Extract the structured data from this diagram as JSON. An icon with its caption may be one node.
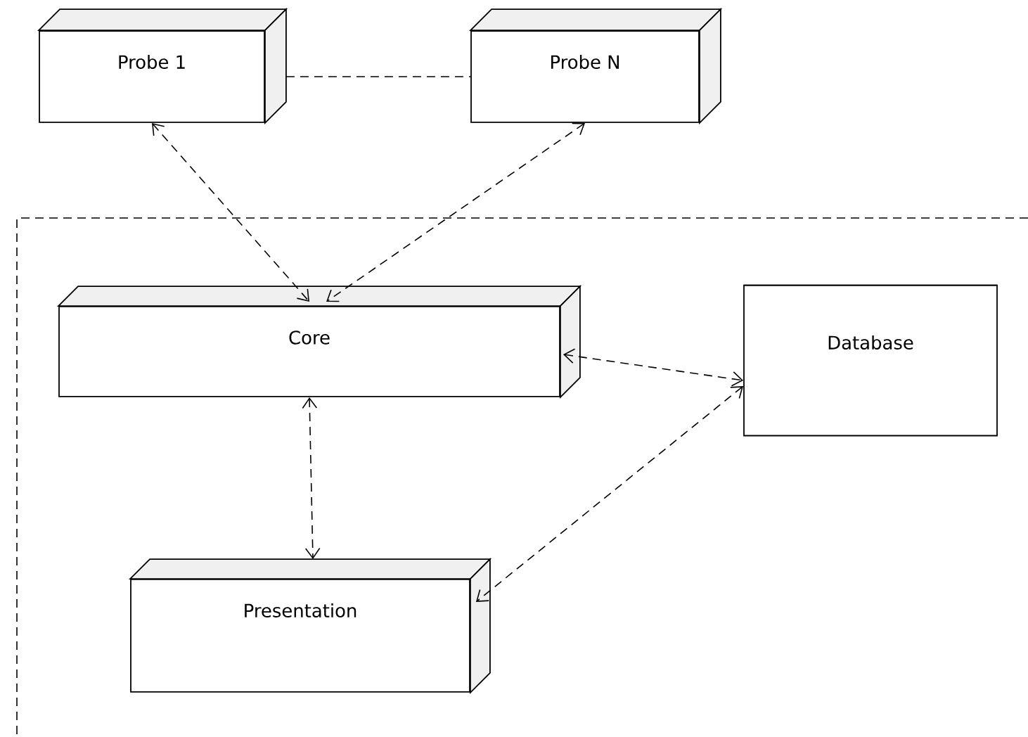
{
  "diagram": {
    "nodes": [
      {
        "text": [
          "Probe 1"
        ]
      },
      {
        "text": [
          "Probe N"
        ]
      },
      {
        "text": [
          "Core"
        ]
      },
      {
        "text": [
          "Database"
        ]
      },
      {
        "text": [
          "Presentation"
        ]
      }
    ],
    "edges": [
      {
        "from": 0,
        "to": 1,
        "arrow": "none",
        "style": "dashed"
      },
      {
        "from": 0,
        "to": 2,
        "arrow": "both",
        "style": "dashed"
      },
      {
        "from": 1,
        "to": 2,
        "arrow": "both",
        "style": "dashed"
      },
      {
        "from": 2,
        "to": 3,
        "arrow": "both",
        "style": "dashed"
      },
      {
        "from": 2,
        "to": 4,
        "arrow": "both",
        "style": "dashed"
      },
      {
        "from": 3,
        "to": 4,
        "arrow": "both",
        "style": "dashed"
      }
    ]
  }
}
